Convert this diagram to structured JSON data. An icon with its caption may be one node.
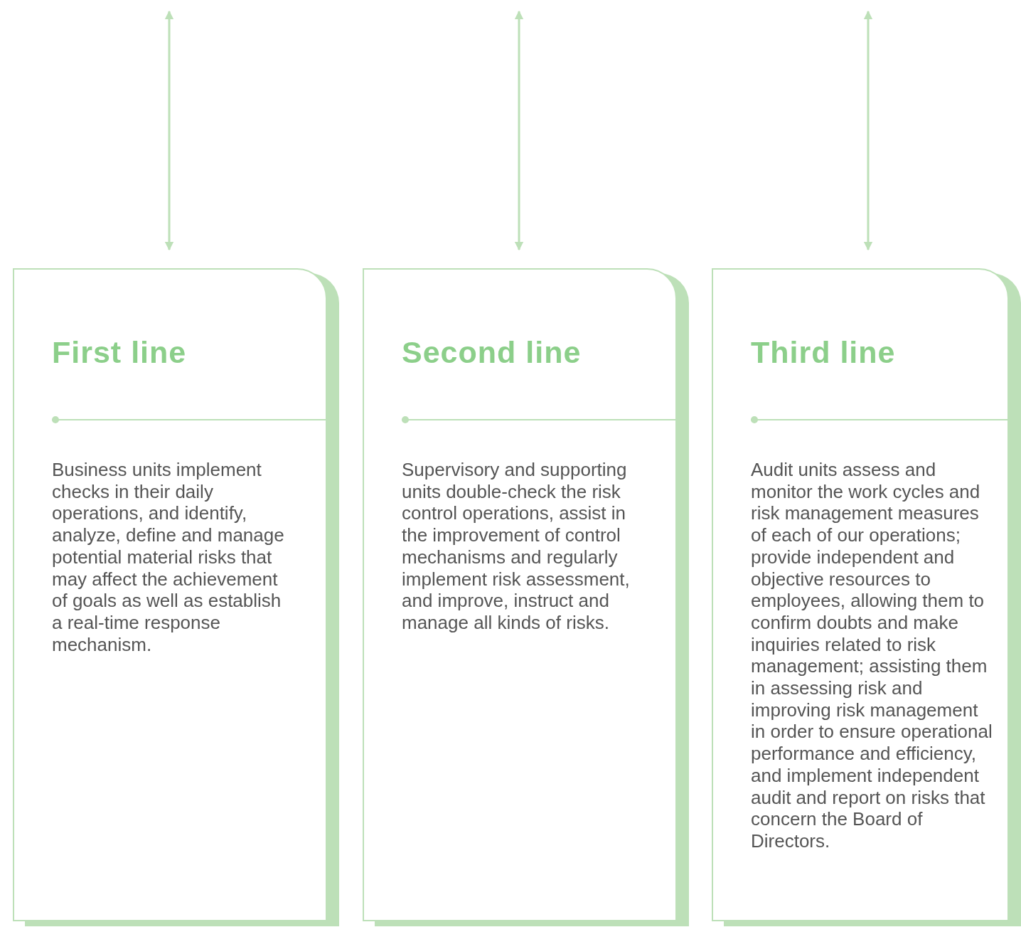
{
  "diagram": {
    "nodes": [
      {
        "text": [
          "First line",
          "Business units implement checks in their daily operations, and identify, analyze, define and manage potential material risks that may affect the achievement of goals as well as establish a real-time response mechanism."
        ]
      },
      {
        "text": [
          "Second line",
          "Supervisory and supporting units double-check the risk control operations, assist in the improvement of control mechanisms and regularly implement risk assessment, and improve, instruct and manage all kinds of risks."
        ]
      },
      {
        "text": [
          "Third line",
          "Audit units assess and monitor the work cycles and risk management measures of each of our operations; provide independent and objective resources to employees, allowing them to confirm doubts and make inquiries related to risk management; assisting them in assessing risk and improving risk management in order to ensure operational performance and efficiency, and implement independent audit and report on risks that concern the Board of Directors."
        ]
      }
    ],
    "edges": [
      {
        "from": null,
        "to": 0,
        "arrow": "both"
      },
      {
        "from": null,
        "to": 1,
        "arrow": "both"
      },
      {
        "from": null,
        "to": 2,
        "arrow": "both"
      }
    ]
  }
}
